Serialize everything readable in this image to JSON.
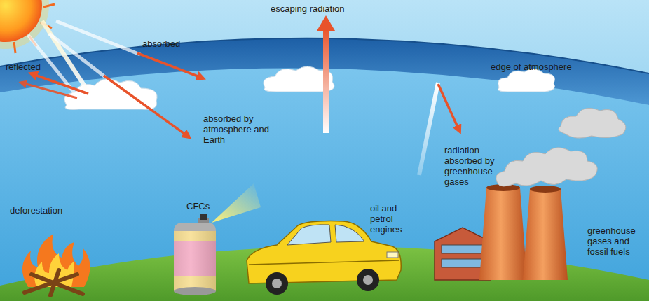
{
  "diagram": {
    "labels": [
      "reflected",
      "absorbed",
      "escaping radiation",
      "edge of atmosphere",
      "absorbed by atmosphere and Earth",
      "radiation absorbed by greenhouse gases",
      "deforestation",
      "CFCs",
      "oil and petrol engines",
      "greenhouse gases and fossil fuels"
    ]
  }
}
